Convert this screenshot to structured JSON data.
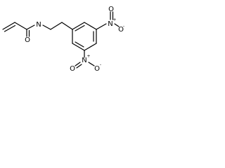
{
  "molecule": {
    "atoms": {
      "amide_n": "N",
      "amide_o": "O",
      "nitro1_n": "N",
      "nitro1_o_double": "O",
      "nitro1_o_single": "O",
      "nitro1_n_charge": "+",
      "nitro1_o_charge": "-",
      "nitro2_n": "N",
      "nitro2_o_double": "O",
      "nitro2_o_single": "O",
      "nitro2_n_charge": "+",
      "nitro2_o_charge": "-"
    },
    "colors": {
      "bond": "#000000",
      "atom_text": "#000000",
      "background": "#ffffff"
    }
  }
}
